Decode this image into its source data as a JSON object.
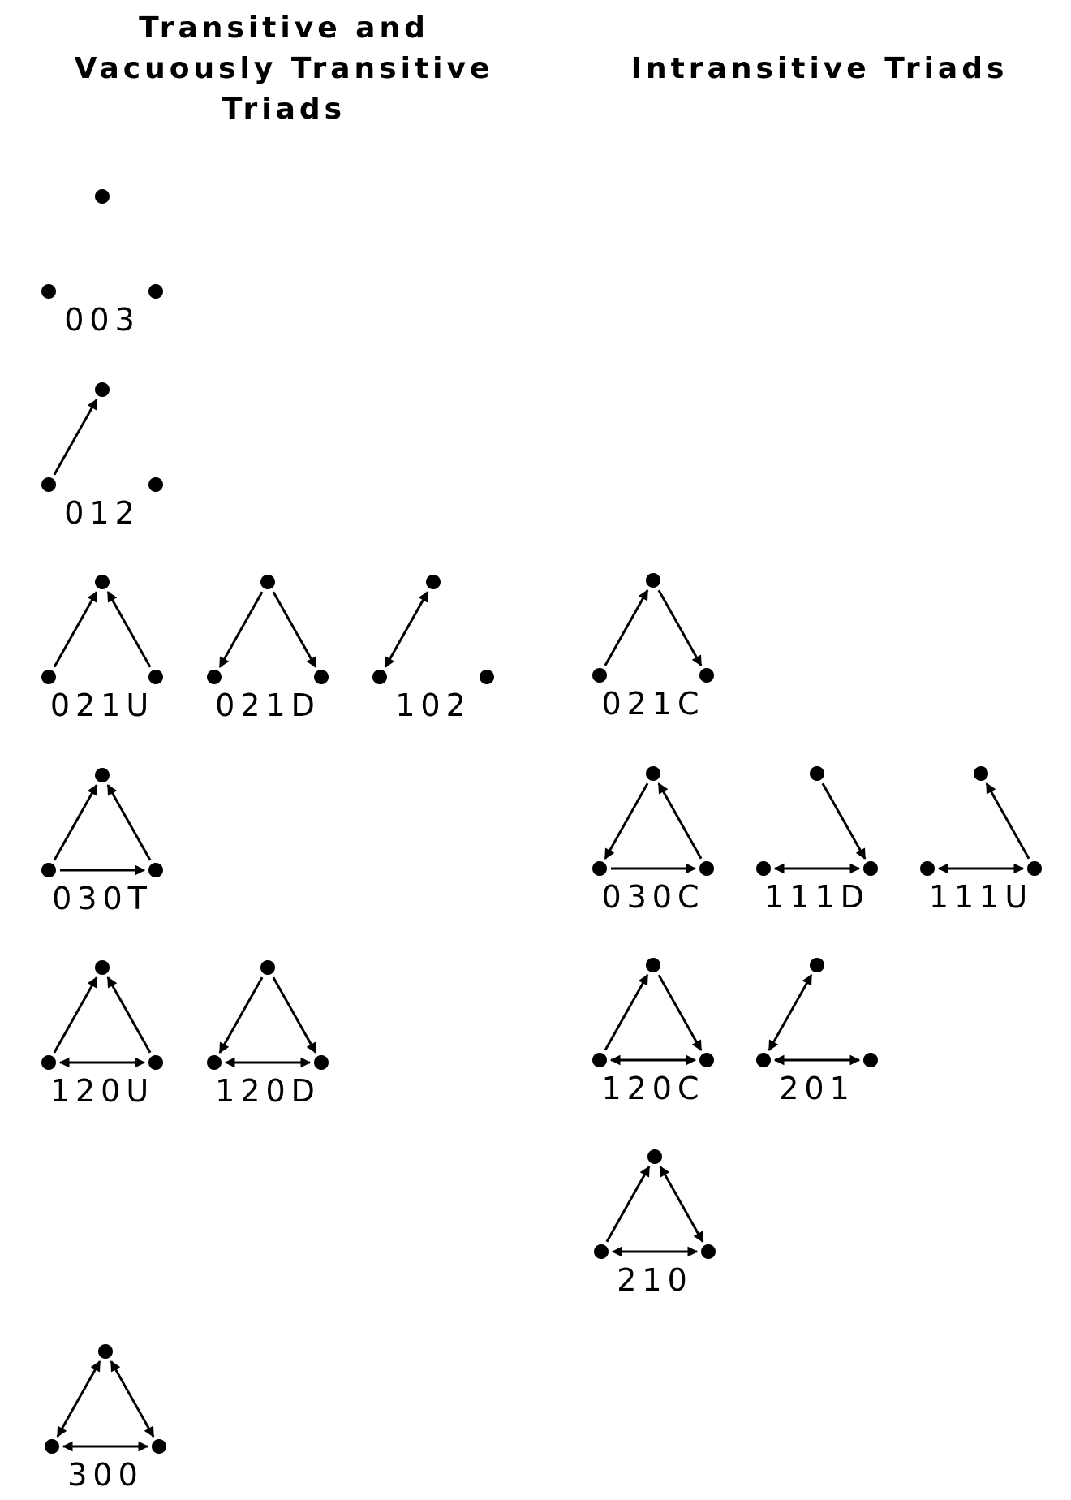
{
  "headings": {
    "left": [
      "Transitive and",
      "Vacuously Transitive",
      "Triads"
    ],
    "right": "Intransitive Triads"
  },
  "triads": [
    {
      "code": "003",
      "group": "transitive",
      "edges": []
    },
    {
      "code": "012",
      "group": "transitive",
      "edges": [
        [
          "BL",
          "T",
          "to"
        ]
      ]
    },
    {
      "code": "021U",
      "group": "transitive",
      "edges": [
        [
          "BL",
          "T",
          "to"
        ],
        [
          "BR",
          "T",
          "to"
        ]
      ]
    },
    {
      "code": "021D",
      "group": "transitive",
      "edges": [
        [
          "T",
          "BL",
          "to"
        ],
        [
          "T",
          "BR",
          "to"
        ]
      ]
    },
    {
      "code": "102",
      "group": "transitive",
      "edges": [
        [
          "BL",
          "T",
          "both"
        ]
      ]
    },
    {
      "code": "030T",
      "group": "transitive",
      "edges": [
        [
          "BL",
          "T",
          "to"
        ],
        [
          "BR",
          "T",
          "to"
        ],
        [
          "BL",
          "BR",
          "to"
        ]
      ]
    },
    {
      "code": "120U",
      "group": "transitive",
      "edges": [
        [
          "BL",
          "T",
          "to"
        ],
        [
          "BR",
          "T",
          "to"
        ],
        [
          "BL",
          "BR",
          "both"
        ]
      ]
    },
    {
      "code": "120D",
      "group": "transitive",
      "edges": [
        [
          "T",
          "BL",
          "to"
        ],
        [
          "T",
          "BR",
          "to"
        ],
        [
          "BL",
          "BR",
          "both"
        ]
      ]
    },
    {
      "code": "300",
      "group": "transitive",
      "edges": [
        [
          "BL",
          "T",
          "both"
        ],
        [
          "BR",
          "T",
          "both"
        ],
        [
          "BL",
          "BR",
          "both"
        ]
      ]
    },
    {
      "code": "021C",
      "group": "intransitive",
      "edges": [
        [
          "BL",
          "T",
          "to"
        ],
        [
          "T",
          "BR",
          "to"
        ]
      ]
    },
    {
      "code": "030C",
      "group": "intransitive",
      "edges": [
        [
          "T",
          "BL",
          "to"
        ],
        [
          "BR",
          "T",
          "to"
        ],
        [
          "BL",
          "BR",
          "to"
        ]
      ]
    },
    {
      "code": "111D",
      "group": "intransitive",
      "edges": [
        [
          "T",
          "BR",
          "to"
        ],
        [
          "BL",
          "BR",
          "both"
        ]
      ]
    },
    {
      "code": "111U",
      "group": "intransitive",
      "edges": [
        [
          "BR",
          "T",
          "to"
        ],
        [
          "BL",
          "BR",
          "both"
        ]
      ]
    },
    {
      "code": "120C",
      "group": "intransitive",
      "edges": [
        [
          "BL",
          "T",
          "to"
        ],
        [
          "T",
          "BR",
          "to"
        ],
        [
          "BL",
          "BR",
          "both"
        ]
      ]
    },
    {
      "code": "201",
      "group": "intransitive",
      "edges": [
        [
          "BL",
          "T",
          "both"
        ],
        [
          "BL",
          "BR",
          "both"
        ]
      ]
    },
    {
      "code": "210",
      "group": "intransitive",
      "edges": [
        [
          "BL",
          "T",
          "to"
        ],
        [
          "BR",
          "T",
          "both"
        ],
        [
          "BL",
          "BR",
          "both"
        ]
      ]
    }
  ]
}
